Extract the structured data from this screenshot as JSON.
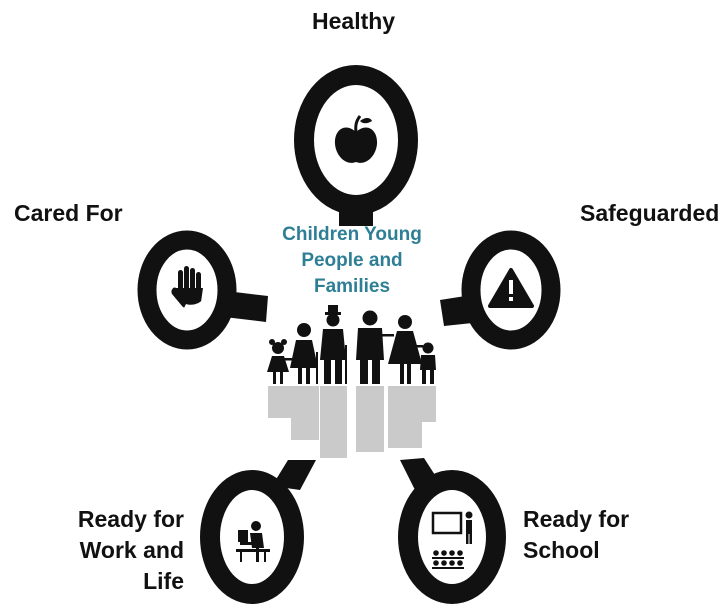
{
  "center": {
    "lines": [
      "Children Young",
      "People and",
      "Families"
    ]
  },
  "outcomes": {
    "healthy": "Healthy",
    "cared_for": "Cared For",
    "safeguarded": "Safeguarded",
    "ready_work": [
      "Ready for",
      "Work and",
      "Life"
    ],
    "ready_school": [
      "Ready for",
      "School"
    ]
  },
  "icons": {
    "healthy": "apple-icon",
    "cared_for": "hand-icon",
    "safeguarded": "warning-icon",
    "ready_work": "computer-worker-icon",
    "ready_school": "classroom-icon"
  },
  "colors": {
    "ring": "#111111",
    "center_text": "#2e7f95",
    "label_text": "#111111"
  }
}
